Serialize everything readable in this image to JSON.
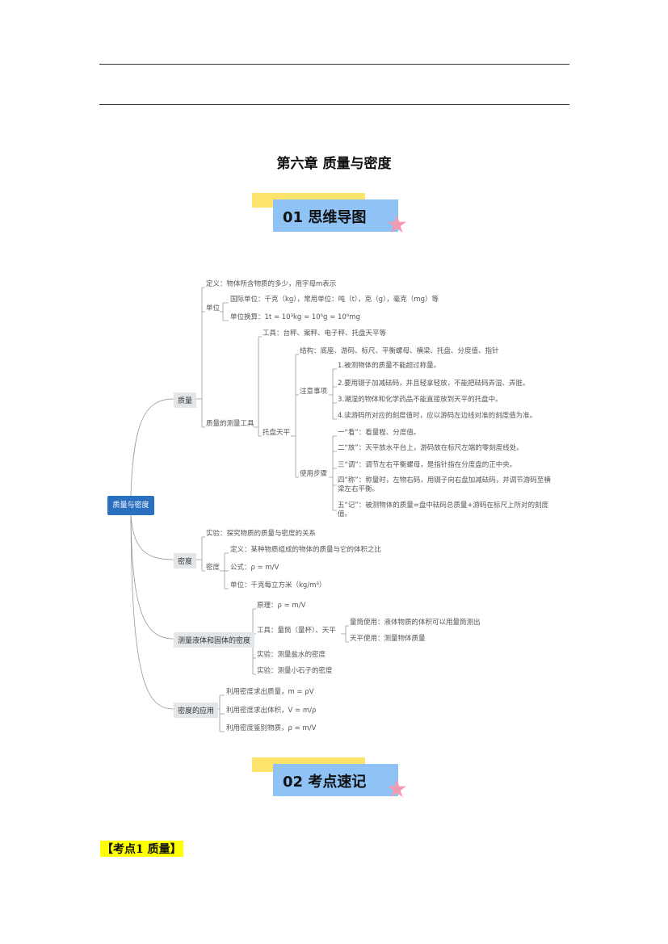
{
  "title": "第六章  质量与密度",
  "banner1": "01 思维导图",
  "banner2": "02 考点速记",
  "section_tag": "【考点1   质量】",
  "mindmap": {
    "root": "质量与密度",
    "mass": {
      "label": "质量",
      "definition": "定义：物体所含物质的多少，用字母m表示",
      "unit": "单位",
      "unit_si": "国际单位：千克（kg），常用单位：吨（t），克（g），毫克（mg）等",
      "unit_conv": "单位换算：1t = 10³kg = 10⁶g = 10⁹mg",
      "tools": "质量的测量工具",
      "tools_list": "工具：台秤、案秤、电子秤、托盘天平等",
      "balance": "托盘天平",
      "structure": "结构：底座、游码、标尺、平衡螺母、横梁、托盘、分度值、指针",
      "notes": "注意事项",
      "notes_items": [
        "1.被测物体的质量不能超过称量。",
        "2.要用镊子加减砝码，并且轻拿轻放，不能把砝码弄湿、弄脏。",
        "3.潮湿的物体和化学药品不能直接放到天平的托盘中。",
        "4.读游码所对应的刻度值时，应以游码左边线对准的刻度值为准。"
      ],
      "steps": "使用步骤",
      "steps_items": [
        "一“看”：看量程、分度值。",
        "二“放”：天平放水平台上，游码放在标尺左端的零刻度线处。",
        "三“调”：调节左右平衡螺母，是指针指在分度盘的正中央。",
        "四“称”：称量时，左物右码，用镊子向右盘加减砝码，并调节游码至横梁左右平衡。",
        "五“记”：被测物体的质量=盘中砝码总质量+游码在标尺上所对的刻度值。"
      ]
    },
    "density": {
      "label": "密度",
      "experiment": "实验：探究物质的质量与密度的关系",
      "sub": "密度",
      "definition": "定义：某种物质组成的物体的质量与它的体积之比",
      "formula": "公式：ρ = m/V",
      "unit": "单位：千克每立方米（kg/m³）"
    },
    "measure": {
      "label": "测量液体和固体的密度",
      "principle": "原理：ρ = m/V",
      "tools": "工具：量筒（量杯）、天平",
      "cylinder": "量筒使用：液体物质的体积可以用量筒测出",
      "balance": "天平使用：测量物体质量",
      "exp1": "实验：测量盐水的密度",
      "exp2": "实验：测量小石子的密度"
    },
    "apply": {
      "label": "密度的应用",
      "items": [
        "利用密度求出质量，m = ρV",
        "利用密度求出体积，V = m/ρ",
        "利用密度鉴别物质，ρ = m/V"
      ]
    }
  }
}
